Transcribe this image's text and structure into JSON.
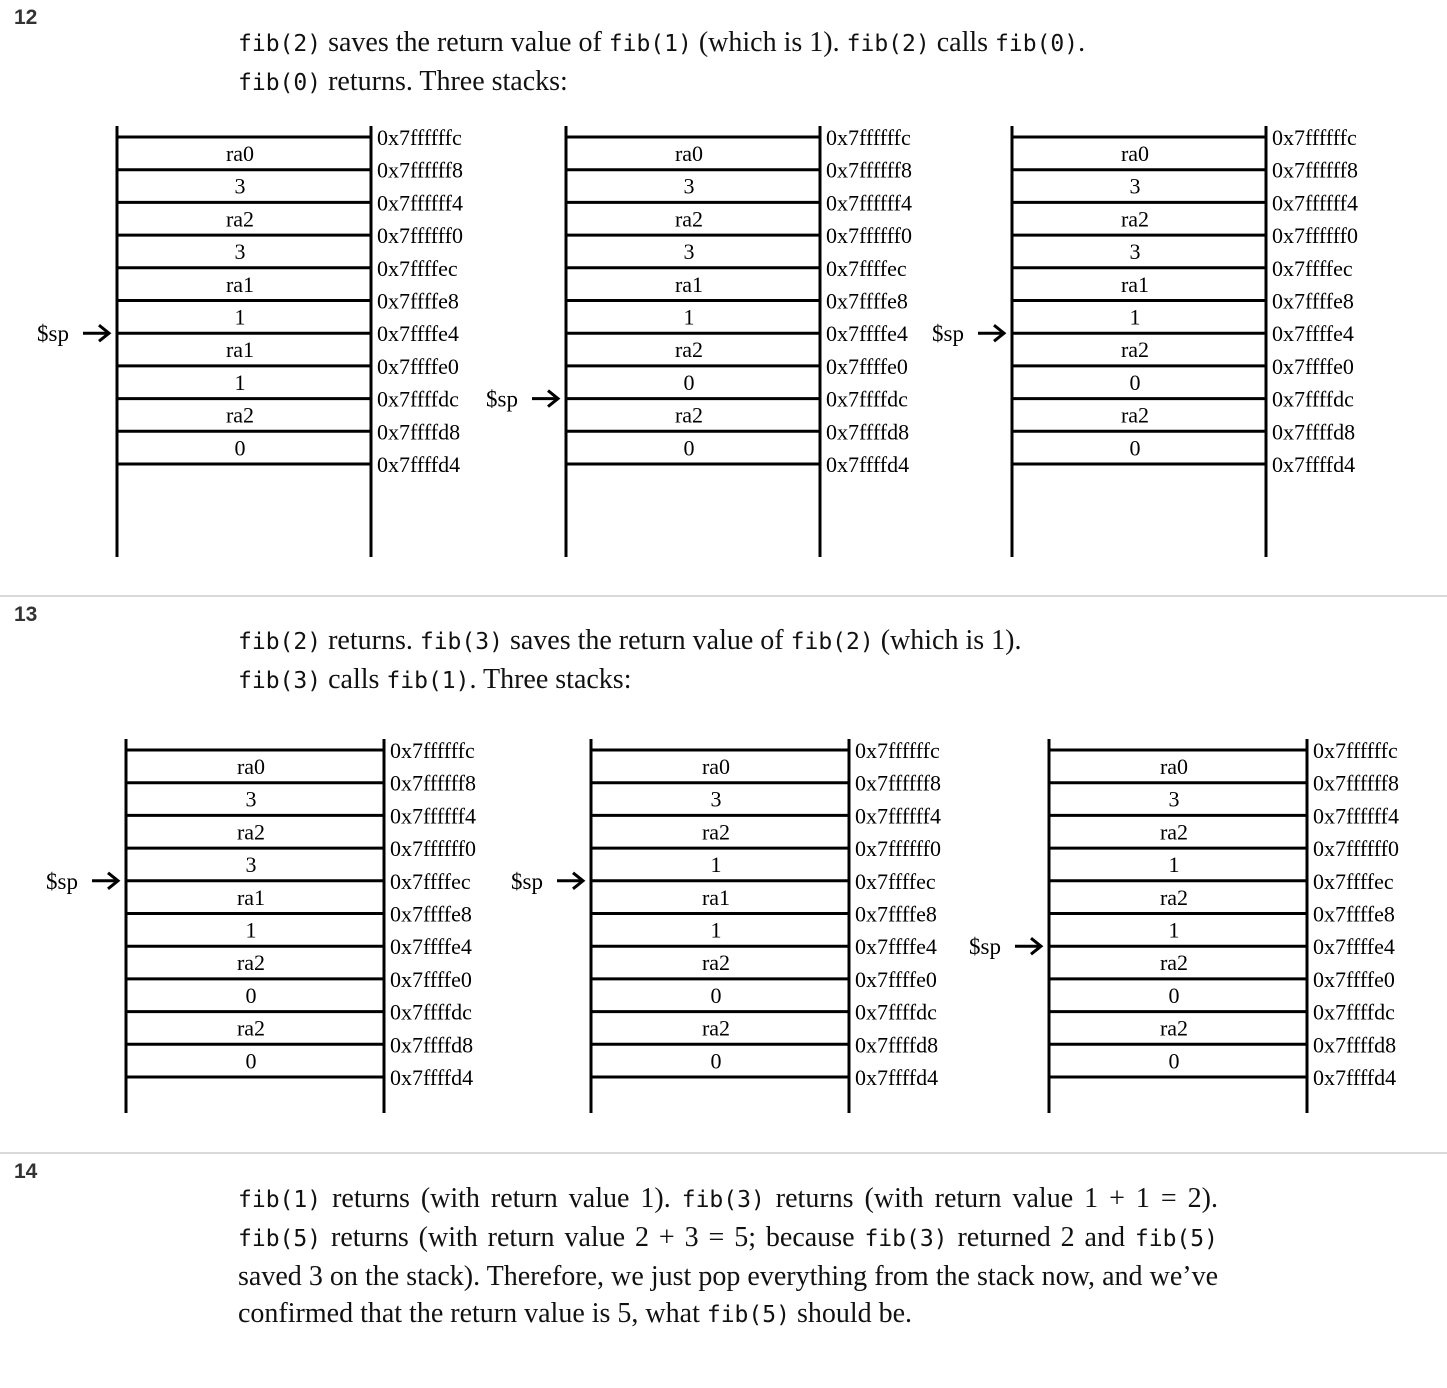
{
  "slides": [
    {
      "number": "12",
      "text": [
        {
          "t": "code",
          "v": "fib(2)"
        },
        {
          "t": "txt",
          "v": " saves the return value of "
        },
        {
          "t": "code",
          "v": "fib(1)"
        },
        {
          "t": "txt",
          "v": " (which is 1). "
        },
        {
          "t": "code",
          "v": "fib(2)"
        },
        {
          "t": "txt",
          "v": " calls "
        },
        {
          "t": "code",
          "v": "fib(0)"
        },
        {
          "t": "txt",
          "v": ". "
        },
        {
          "t": "br"
        },
        {
          "t": "code",
          "v": "fib(0)"
        },
        {
          "t": "txt",
          "v": " returns. Three stacks:"
        }
      ],
      "stacks": [
        {
          "cells": [
            "ra0",
            "3",
            "ra2",
            "3",
            "ra1",
            "1",
            "ra1",
            "1",
            "ra2",
            "0"
          ],
          "sp": "0x7ffffe4"
        },
        {
          "cells": [
            "ra0",
            "3",
            "ra2",
            "3",
            "ra1",
            "1",
            "ra2",
            "0",
            "ra2",
            "0"
          ],
          "sp": "0x7ffffdc"
        },
        {
          "cells": [
            "ra0",
            "3",
            "ra2",
            "3",
            "ra1",
            "1",
            "ra2",
            "0",
            "ra2",
            "0"
          ],
          "sp": "0x7ffffe4"
        }
      ]
    },
    {
      "number": "13",
      "text": [
        {
          "t": "code",
          "v": "fib(2)"
        },
        {
          "t": "txt",
          "v": " returns. "
        },
        {
          "t": "code",
          "v": "fib(3)"
        },
        {
          "t": "txt",
          "v": " saves the return value of "
        },
        {
          "t": "code",
          "v": "fib(2)"
        },
        {
          "t": "txt",
          "v": " (which is 1). "
        },
        {
          "t": "br"
        },
        {
          "t": "code",
          "v": "fib(3)"
        },
        {
          "t": "txt",
          "v": " calls "
        },
        {
          "t": "code",
          "v": "fib(1)"
        },
        {
          "t": "txt",
          "v": ". Three stacks:"
        }
      ],
      "stacks": [
        {
          "cells": [
            "ra0",
            "3",
            "ra2",
            "3",
            "ra1",
            "1",
            "ra2",
            "0",
            "ra2",
            "0"
          ],
          "sp": "0x7ffffec"
        },
        {
          "cells": [
            "ra0",
            "3",
            "ra2",
            "1",
            "ra1",
            "1",
            "ra2",
            "0",
            "ra2",
            "0"
          ],
          "sp": "0x7ffffec"
        },
        {
          "cells": [
            "ra0",
            "3",
            "ra2",
            "1",
            "ra2",
            "1",
            "ra2",
            "0",
            "ra2",
            "0"
          ],
          "sp": "0x7ffffe4"
        }
      ]
    },
    {
      "number": "14",
      "text": [
        {
          "t": "code",
          "v": "fib(1)"
        },
        {
          "t": "txt",
          "v": " returns (with return value 1). "
        },
        {
          "t": "code",
          "v": "fib(3)"
        },
        {
          "t": "txt",
          "v": " returns (with return value 1 + 1 = 2). "
        },
        {
          "t": "code",
          "v": "fib(5)"
        },
        {
          "t": "txt",
          "v": " returns (with return value 2 + 3 = 5; because "
        },
        {
          "t": "code",
          "v": "fib(3)"
        },
        {
          "t": "txt",
          "v": " returned 2 and "
        },
        {
          "t": "code",
          "v": "fib(5)"
        },
        {
          "t": "txt",
          "v": " saved 3 on the stack). Therefore, we just pop everything from the stack now, and we’ve confirmed that the return value is 5, what "
        },
        {
          "t": "code",
          "v": "fib(5)"
        },
        {
          "t": "txt",
          "v": " should be."
        }
      ]
    }
  ],
  "addresses": [
    "0x7ffffffc",
    "0x7ffffff8",
    "0x7ffffff4",
    "0x7ffffff0",
    "0x7ffffec",
    "0x7ffffe8",
    "0x7ffffe4",
    "0x7ffffe0",
    "0x7ffffdc",
    "0x7ffffd8",
    "0x7ffffd4"
  ],
  "sp_label": "$sp"
}
